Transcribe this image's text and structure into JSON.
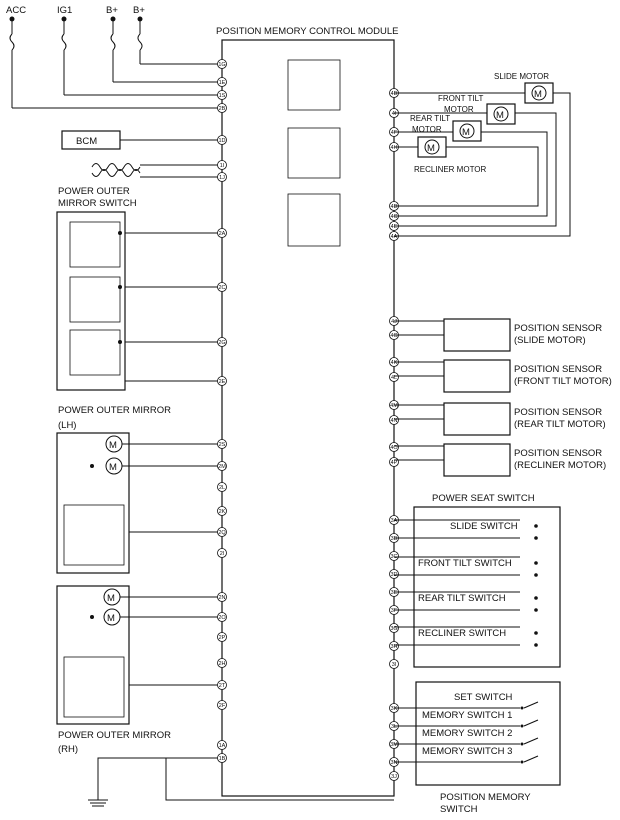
{
  "title": "POSITION MEMORY CONTROL MODULE",
  "power": [
    "ACC",
    "IG1",
    "B+",
    "B+"
  ],
  "bcm": "BCM",
  "mirror_switch": "POWER OUTER\nMIRROR SWITCH",
  "mirror_lh": "POWER OUTER MIRROR\n(LH)",
  "mirror_rh": "POWER OUTER MIRROR\n(RH)",
  "motors": {
    "slide": "SLIDE MOTOR",
    "front_tilt": "FRONT TILT\nMOTOR",
    "rear_tilt": "REAR TILT\nMOTOR",
    "recliner": "RECLINER MOTOR"
  },
  "motor_glyph": "M",
  "sensors": [
    "POSITION SENSOR\n(SLIDE MOTOR)",
    "POSITION SENSOR\n(FRONT TILT MOTOR)",
    "POSITION SENSOR\n(REAR TILT MOTOR)",
    "POSITION SENSOR\n(RECLINER MOTOR)"
  ],
  "seat_switch": {
    "title": "POWER SEAT SWITCH",
    "items": [
      "SLIDE SWITCH",
      "FRONT TILT SWITCH",
      "REAR TILT SWITCH",
      "RECLINER SWITCH"
    ]
  },
  "memory_switch": {
    "title": "POSITION MEMORY\nSWITCH",
    "items": [
      "SET SWITCH",
      "MEMORY SWITCH 1",
      "MEMORY SWITCH 2",
      "MEMORY SWITCH 3"
    ]
  },
  "left_pins": [
    "1G",
    "1E",
    "1S",
    "2B",
    "1D",
    "1I",
    "1J",
    "2A",
    "2C",
    "2G",
    "2E",
    "2S",
    "2M",
    "2L",
    "2K",
    "2Q",
    "2I",
    "2N",
    "2O",
    "2P",
    "2H",
    "2T",
    "2F",
    "1A",
    "1B"
  ],
  "right_pins": [
    "4B",
    "4I",
    "4F",
    "4H",
    "4D",
    "4C",
    "4E",
    "4A",
    "4J",
    "4G",
    "4K",
    "4L",
    "4M",
    "4N",
    "4O",
    "4P",
    "3A",
    "3B",
    "3C",
    "3D",
    "3E",
    "3F",
    "3G",
    "3H",
    "3I",
    "3K",
    "3L",
    "3M",
    "3N",
    "3J"
  ]
}
